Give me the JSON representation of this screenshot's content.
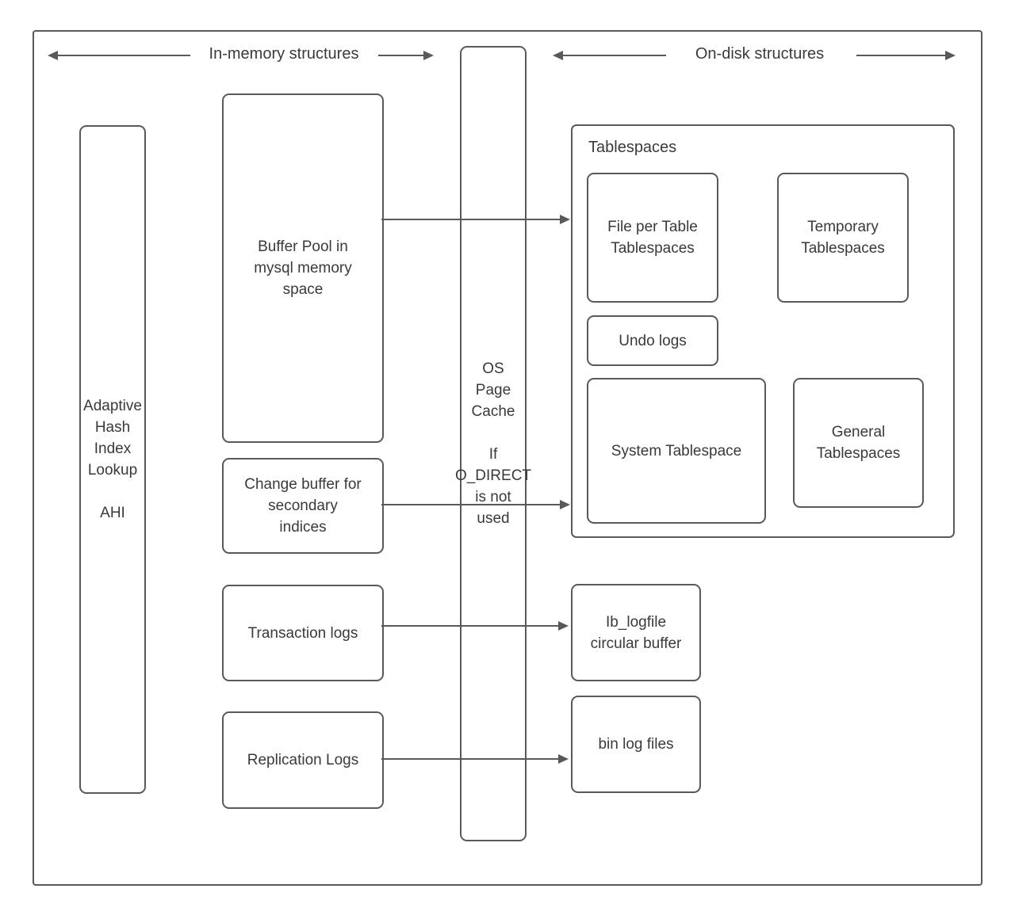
{
  "headers": {
    "in_memory": "In-memory structures",
    "on_disk": "On-disk structures"
  },
  "nodes": {
    "ahi": "Adaptive\nHash\nIndex\nLookup\n\nAHI",
    "buffer_pool": "Buffer Pool in\nmysql memory\nspace",
    "os_page_cache": "OS\nPage\nCache\n\nIf\nO_DIRECT\nis not\nused",
    "change_buffer": "Change buffer for\nsecondary\nindices",
    "transaction_logs": "Transaction logs",
    "replication_logs": "Replication Logs",
    "tablespaces_label": "Tablespaces",
    "file_per_table": "File per Table\nTablespaces",
    "temporary_tablespaces": "Temporary\nTablespaces",
    "undo_logs": "Undo logs",
    "system_tablespace": "System Tablespace",
    "general_tablespaces": "General\nTablespaces",
    "ib_logfile": "Ib_logfile\ncircular buffer",
    "bin_log_files": "bin log files"
  },
  "colors": {
    "stroke": "#595959",
    "text": "#3a3a3a",
    "background": "#ffffff"
  }
}
